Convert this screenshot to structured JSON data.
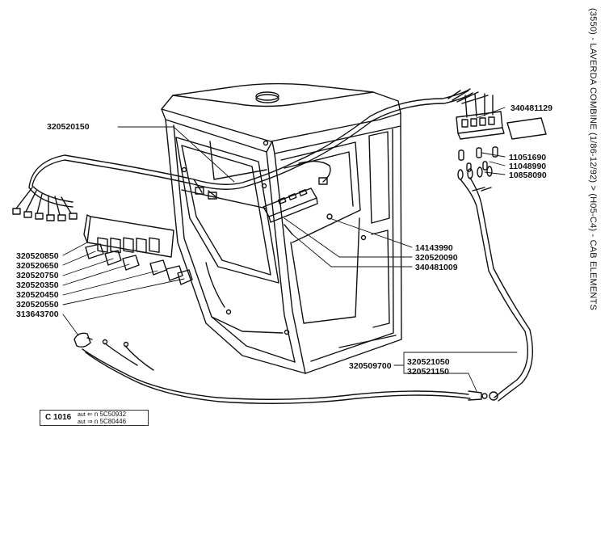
{
  "title": "(3550) - LAVERDA COMBINE (1/86-12/92) > (H05-C4) - CAB ELEMENTS",
  "parts": {
    "p320520150": "320520150",
    "p340481129": "340481129",
    "p11051690": "11051690",
    "p11048990": "11048990",
    "p10858090": "10858090",
    "p14143990": "14143990",
    "p320520090": "320520090",
    "p340481009": "340481009",
    "p320520850": "320520850",
    "p320520650": "320520650",
    "p320520750": "320520750",
    "p320520350": "320520350",
    "p320520450": "320520450",
    "p320520550": "320520550",
    "p313643700": "313643700",
    "p320509700": "320509700",
    "p320521050": "320521050",
    "p320521150": "320521150"
  },
  "code_box": {
    "code": "C 1016",
    "row1_prefix": "aut",
    "row1_arrow": "⇐ n",
    "row1_value": "5C50932",
    "row2_prefix": "aut",
    "row2_arrow": "⇒ n",
    "row2_value": "5C80446"
  }
}
